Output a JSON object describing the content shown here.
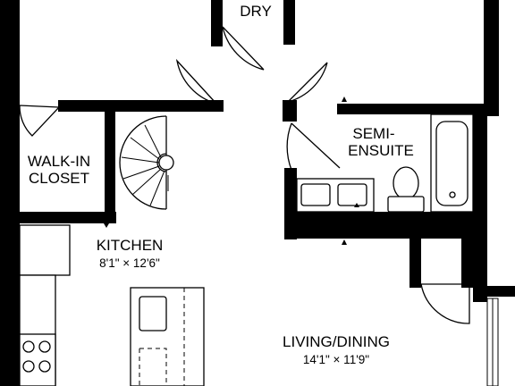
{
  "rooms": {
    "dry": {
      "label": "DRY"
    },
    "walk_in_closet": {
      "line1": "WALK-IN",
      "line2": "CLOSET"
    },
    "semi_ensuite": {
      "line1": "SEMI-",
      "line2": "ENSUITE"
    },
    "kitchen": {
      "label": "KITCHEN",
      "dimensions": "8'1\" × 12'6\""
    },
    "living_dining": {
      "label": "LIVING/DINING",
      "dimensions": "14'1\" × 11'9\""
    }
  }
}
